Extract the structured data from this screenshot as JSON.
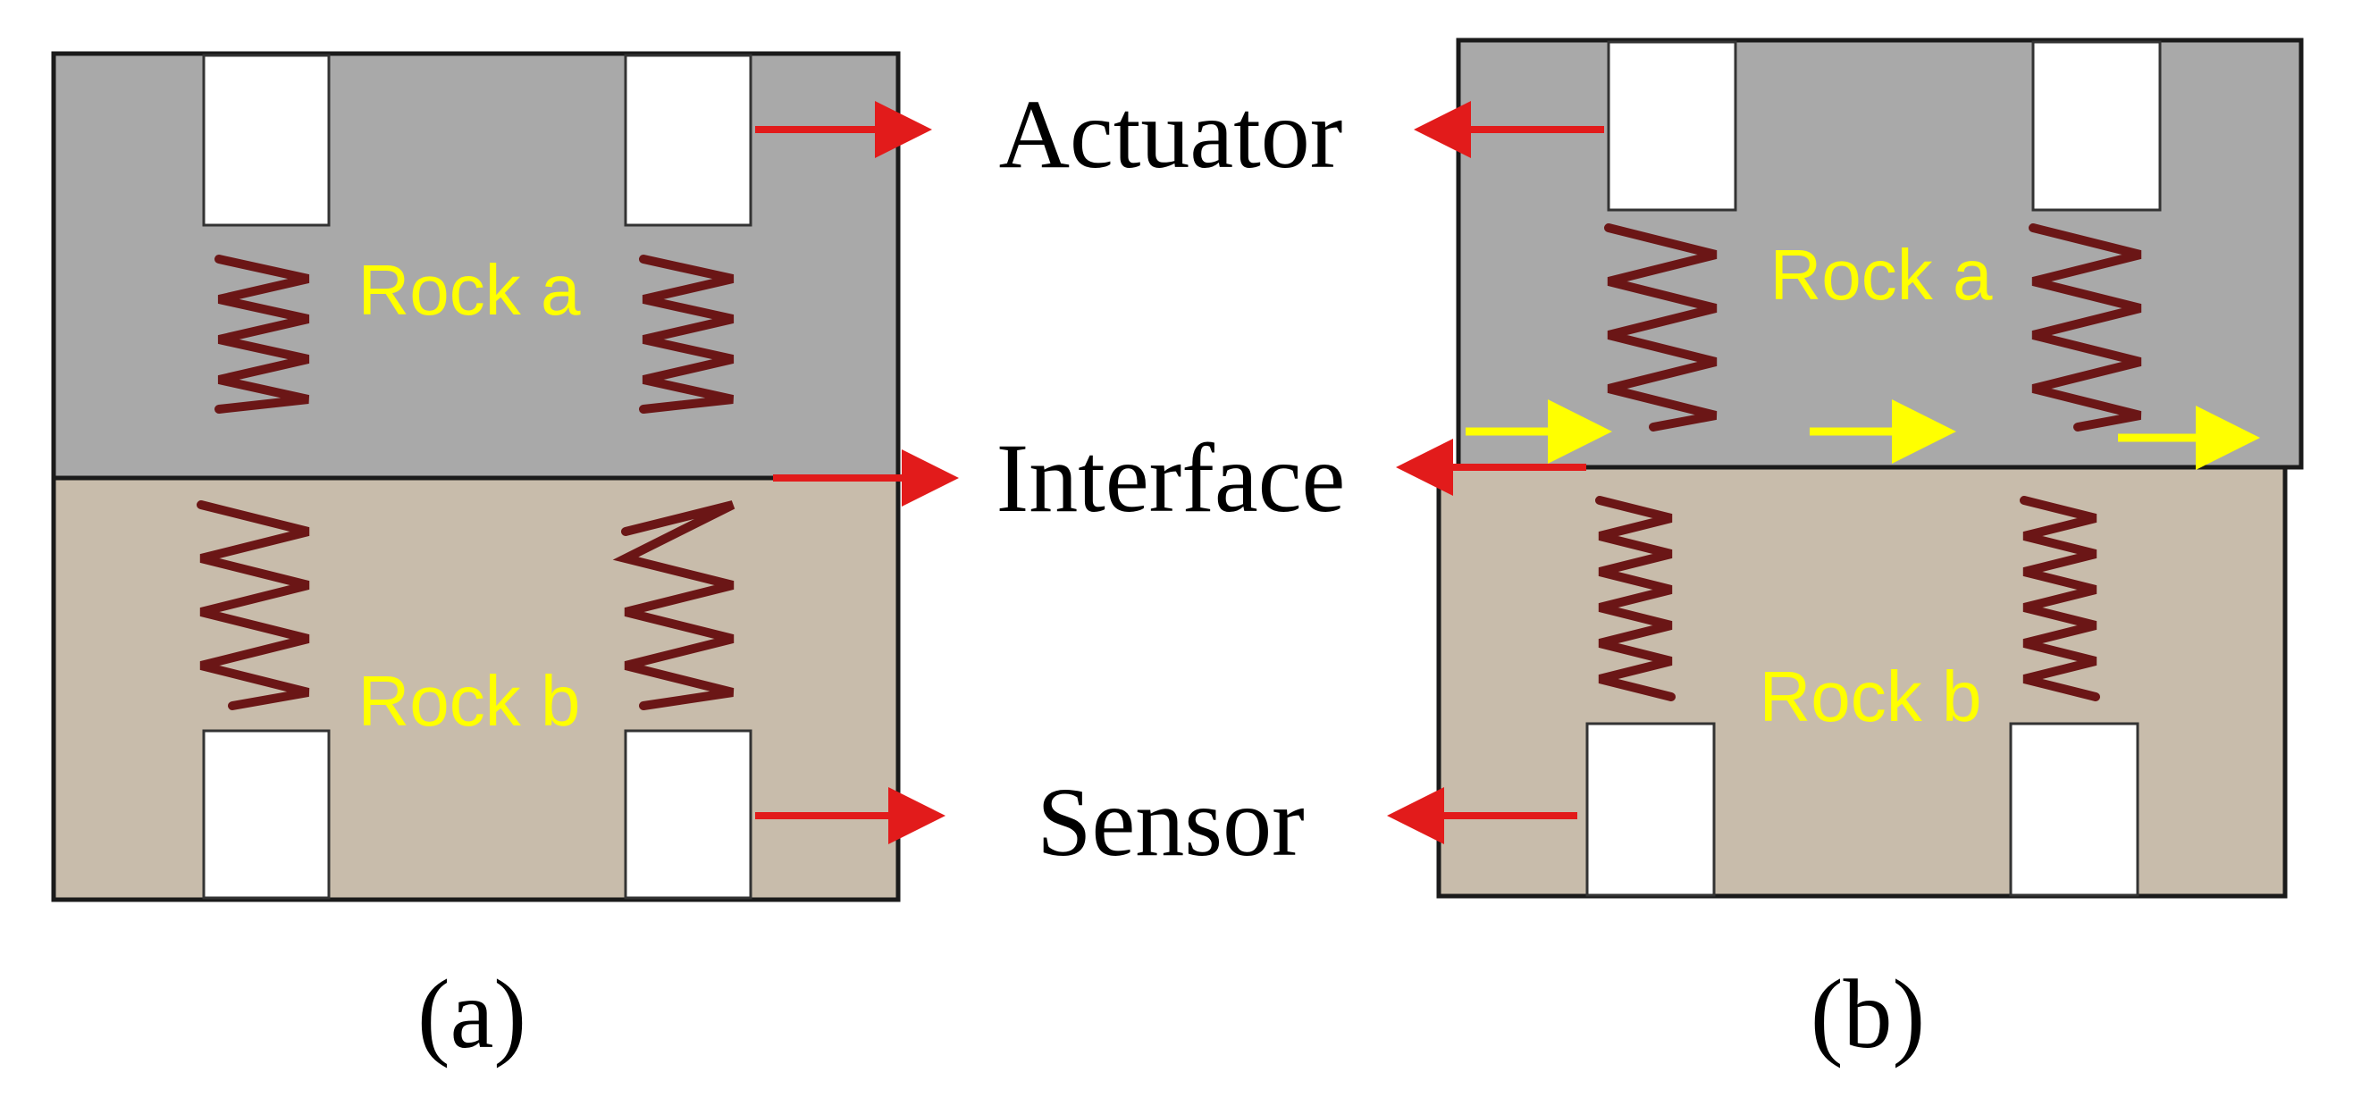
{
  "figure": {
    "labels": {
      "actuator": "Actuator",
      "interface": "Interface",
      "sensor": "Sensor"
    },
    "panel_a": {
      "caption": "(a)",
      "rock_top": "Rock a",
      "rock_bottom": "Rock b"
    },
    "panel_b": {
      "caption": "(b)",
      "rock_top": "Rock a",
      "rock_bottom": "Rock b"
    },
    "colors": {
      "rock_a": "#a9a9a9",
      "rock_b": "#c8bcab",
      "transducer": "#ffffff",
      "wave": "#6b1616",
      "pointer_arrow": "#e21b1b",
      "shear_arrow": "#ffff00",
      "rock_text": "#ffff00",
      "outline": "#1a1a1a"
    }
  }
}
